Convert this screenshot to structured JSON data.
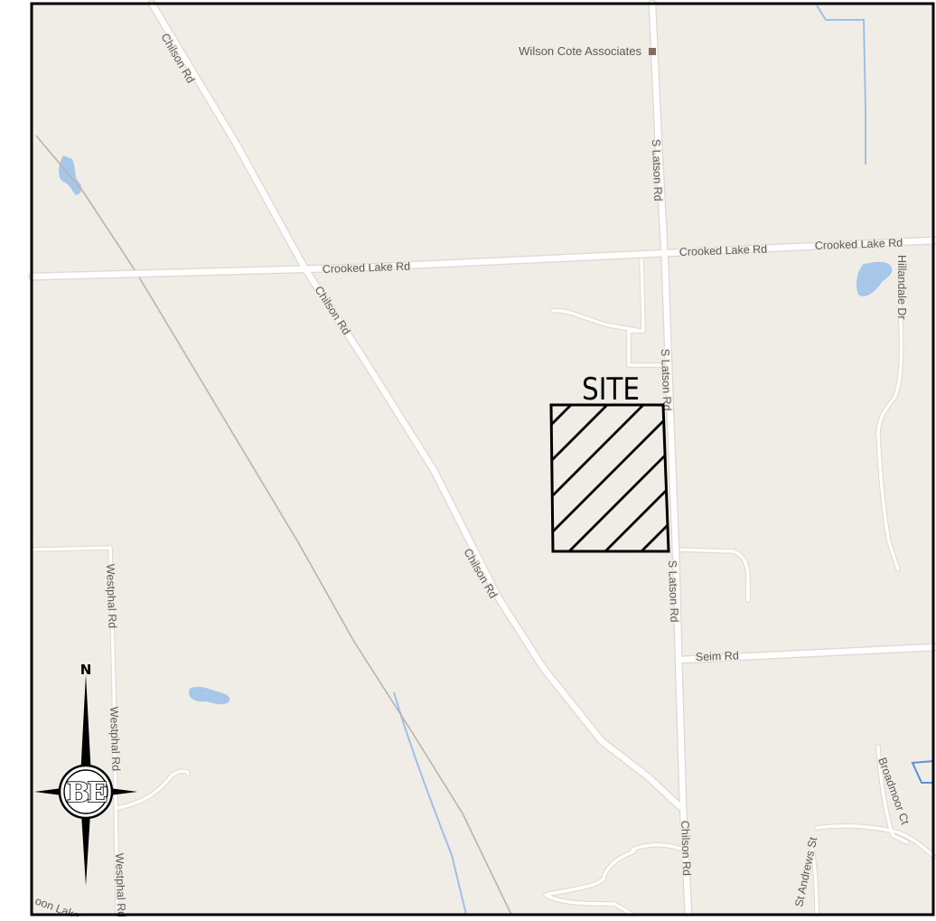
{
  "map": {
    "site_label": "SITE",
    "north_label": "N",
    "logo_text": "BE",
    "poi": {
      "name": "Wilson Cote Associates"
    },
    "roads": {
      "chilson_1": "Chilson Rd",
      "chilson_2": "Chilson Rd",
      "chilson_3": "Chilson Rd",
      "chilson_4": "Chilson Rd",
      "latson_1": "S Latson Rd",
      "latson_2": "S Latson Rd",
      "latson_3": "S Latson Rd",
      "crooked_1": "Crooked Lake Rd",
      "crooked_2": "Crooked Lake Rd",
      "crooked_3": "Crooked Lake Rd",
      "hillandale": "Hillandale Dr",
      "westphal_1": "Westphal Rd",
      "westphal_2": "Westphal Rd",
      "westphal_3": "Westphal Rd",
      "seim": "Seim Rd",
      "broadmoor": "Broadmoor Ct",
      "st_andrews": "St Andrews St",
      "lake_bottom": "oon Lake"
    },
    "colors": {
      "land": "#f0ede6",
      "road": "#ffffff",
      "road_casing": "#ddd8cf",
      "water": "#a6c6ea",
      "stream": "#9dbfe8",
      "rail": "#b8b4ad",
      "frame": "#000000",
      "site_outline": "#000000"
    }
  }
}
